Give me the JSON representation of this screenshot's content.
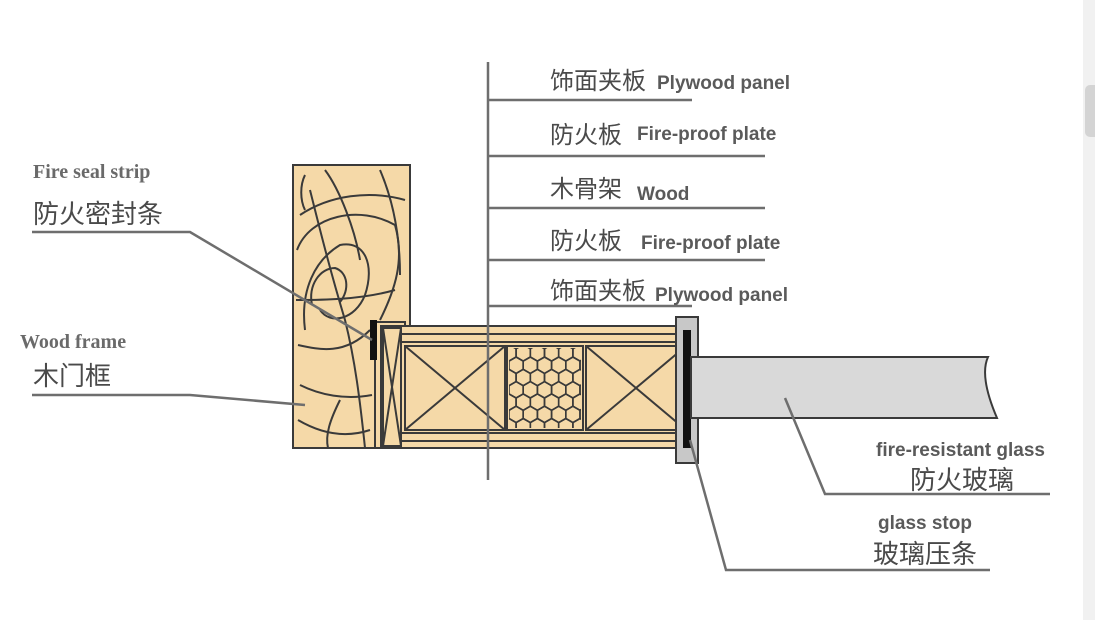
{
  "colors": {
    "wood": "#f5d9a8",
    "glass": "#d9d9d9",
    "outline": "#3a3a3a",
    "seal": "#111111",
    "leader": "#6e6e6e"
  },
  "labels": {
    "fire_seal_strip": {
      "en": "Fire seal strip",
      "zh": "防火密封条"
    },
    "wood_frame": {
      "en": "Wood frame",
      "zh": "木门框"
    },
    "fire_resistant_glass": {
      "en": "fire-resistant glass",
      "zh": "防火玻璃"
    },
    "glass_stop": {
      "en": "glass stop",
      "zh": "玻璃压条"
    },
    "layers": [
      {
        "zh": "饰面夹板",
        "en": "Plywood panel"
      },
      {
        "zh": "防火板",
        "en": "Fire-proof plate"
      },
      {
        "zh": "木骨架",
        "en": "Wood"
      },
      {
        "zh": "防火板",
        "en": "Fire-proof plate"
      },
      {
        "zh": "饰面夹板",
        "en": "Plywood panel"
      }
    ]
  }
}
